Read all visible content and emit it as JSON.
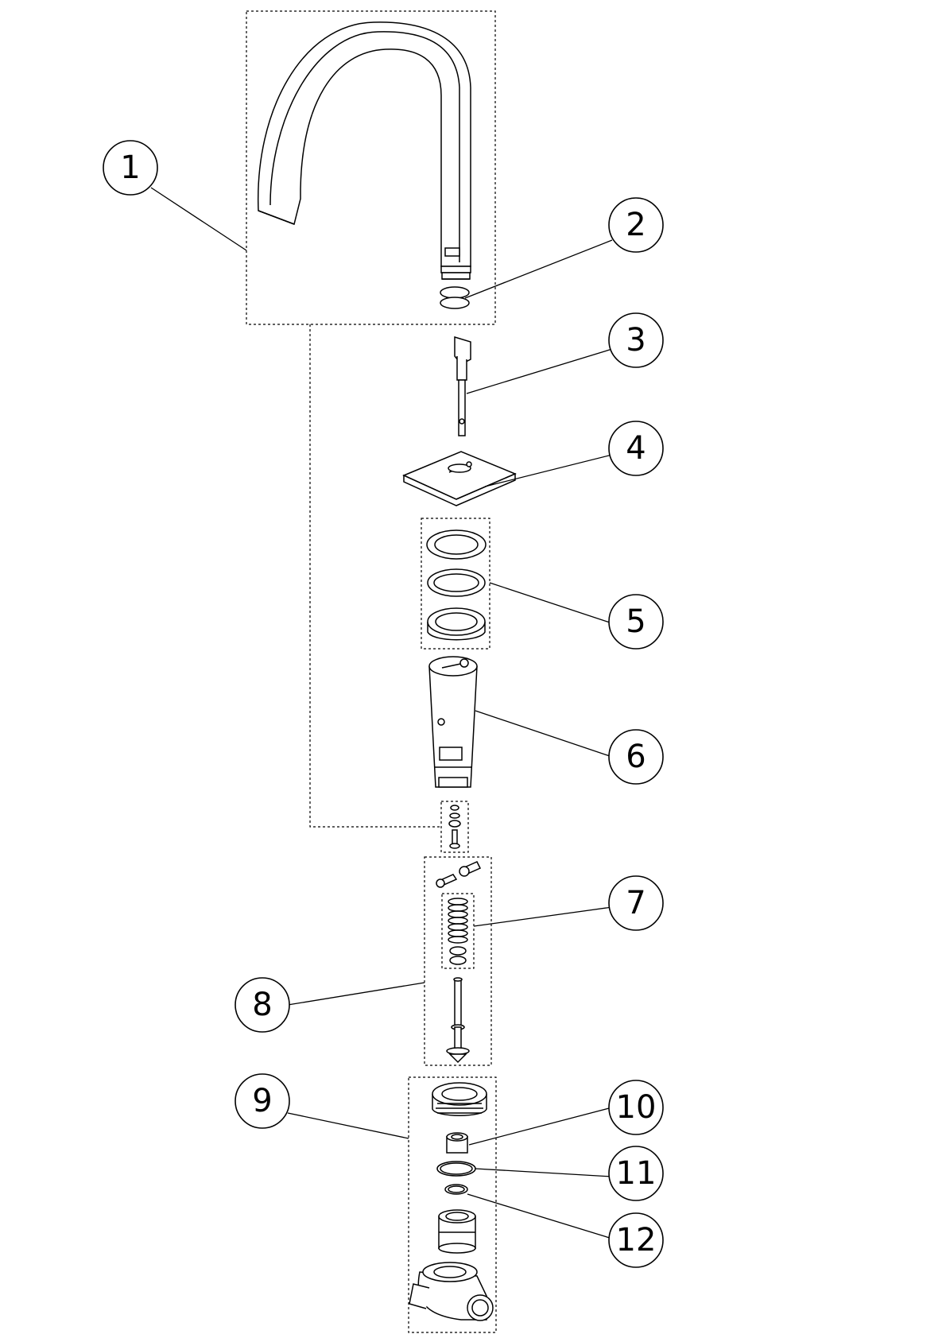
{
  "callouts": [
    {
      "id": "c1",
      "label": "1"
    },
    {
      "id": "c2",
      "label": "2"
    },
    {
      "id": "c3",
      "label": "3"
    },
    {
      "id": "c4",
      "label": "4"
    },
    {
      "id": "c5",
      "label": "5"
    },
    {
      "id": "c6",
      "label": "6"
    },
    {
      "id": "c7",
      "label": "7"
    },
    {
      "id": "c8",
      "label": "8"
    },
    {
      "id": "c9",
      "label": "9"
    },
    {
      "id": "c10",
      "label": "10"
    },
    {
      "id": "c11",
      "label": "11"
    },
    {
      "id": "c12",
      "label": "12"
    }
  ]
}
